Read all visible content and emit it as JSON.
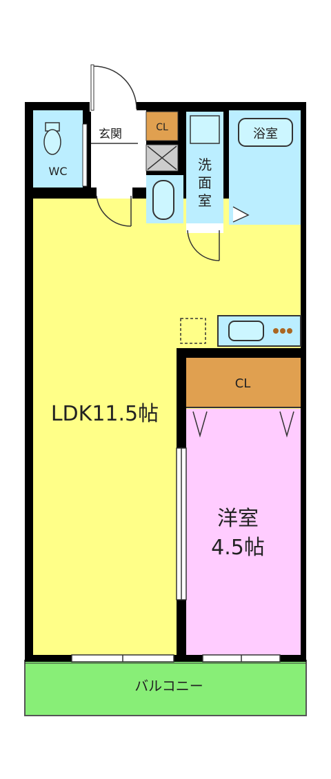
{
  "rooms": {
    "ldk": "LDK11.5帖",
    "bedroom_name": "洋室",
    "bedroom_size": "4.5帖",
    "closet_bedroom": "CL",
    "closet_entry": "CL",
    "entry": "玄関",
    "wc": "WC",
    "washroom": "洗面室",
    "bath": "浴室",
    "balcony": "バルコニー"
  },
  "colors": {
    "ldk": "#ffff88",
    "bedroom": "#ffccff",
    "closet": "#e0a050",
    "wet": "#bbeeff",
    "balcony": "#88ee77",
    "wall": "#000000"
  }
}
